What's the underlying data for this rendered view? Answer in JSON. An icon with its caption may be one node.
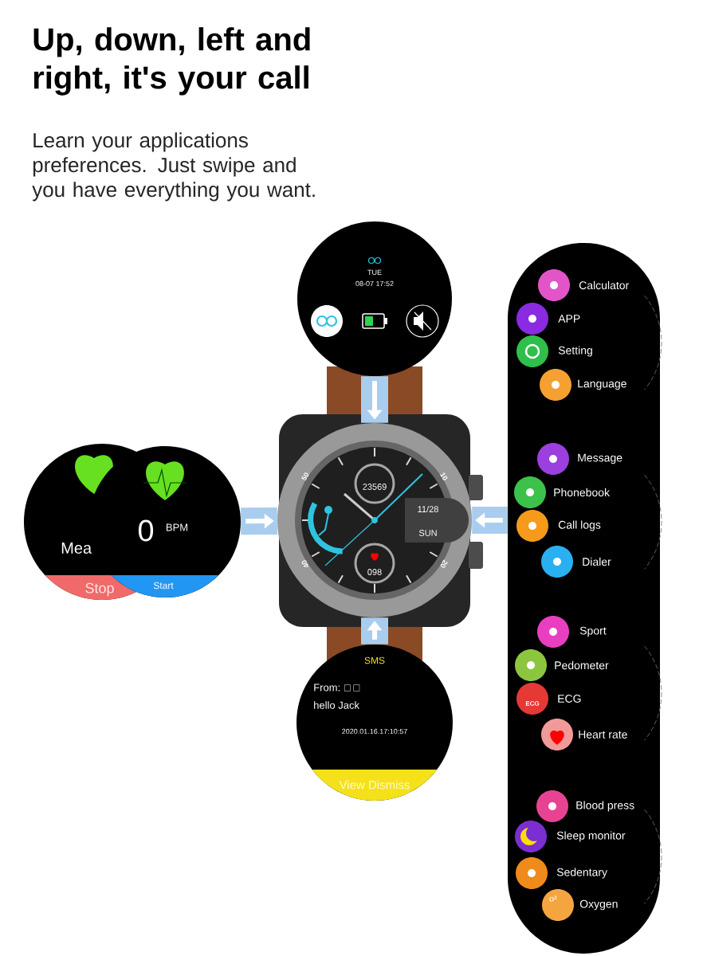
{
  "diagram": {
    "title": "Up, down, left and right, it's your call",
    "caption": "Learn your applications preferences. Just swipe and you have everything you want.",
    "nodes": [
      {
        "text": [
          "TUE",
          "08-07 17:52"
        ]
      },
      {
        "text": [
          "Mea",
          "Stop"
        ]
      },
      {
        "text": [
          "0",
          "BPM",
          "Start"
        ]
      },
      {
        "text": [
          "23569",
          "11/28",
          "SUN",
          "098"
        ]
      },
      {
        "text": [],
        "shape": "box"
      },
      {
        "text": [
          "Calculator"
        ],
        "in": 4
      },
      {
        "text": [
          "APP"
        ],
        "in": 4
      },
      {
        "text": [
          "Setting"
        ],
        "in": 4
      },
      {
        "text": [
          "Language"
        ],
        "in": 4
      },
      {
        "text": [
          "Message"
        ],
        "in": 4
      },
      {
        "text": [
          "Phonebook"
        ],
        "in": 4
      },
      {
        "text": [
          "Call logs"
        ],
        "in": 4
      },
      {
        "text": [
          "Dialer"
        ],
        "in": 4
      },
      {
        "text": [
          "Sport"
        ],
        "in": 4
      },
      {
        "text": [
          "Pedometer"
        ],
        "in": 4
      },
      {
        "text": [
          "ECG"
        ],
        "in": 4
      },
      {
        "text": [
          "Heart rate"
        ],
        "in": 4
      },
      {
        "text": [
          "Blood press"
        ],
        "in": 4
      },
      {
        "text": [
          "Sleep monitor"
        ],
        "in": 4
      },
      {
        "text": [
          "Sedentary"
        ],
        "in": 4
      },
      {
        "text": [
          "Oxygen"
        ],
        "in": 4
      },
      {
        "text": [
          "SMS",
          "From: □ □",
          "hello Jack",
          "2020.01.16.17:10:57",
          "View Dismiss"
        ]
      }
    ],
    "edges": [
      {
        "from": 0,
        "to": 3,
        "arrow": "to"
      },
      {
        "from": 2,
        "to": 3,
        "arrow": "to"
      },
      {
        "from": 4,
        "to": 3,
        "arrow": "to"
      },
      {
        "from": 21,
        "to": 3,
        "arrow": "to"
      }
    ],
    "labels": [
      "50",
      "10",
      "40",
      "20",
      "ECG",
      "O$^{2}$"
    ]
  }
}
